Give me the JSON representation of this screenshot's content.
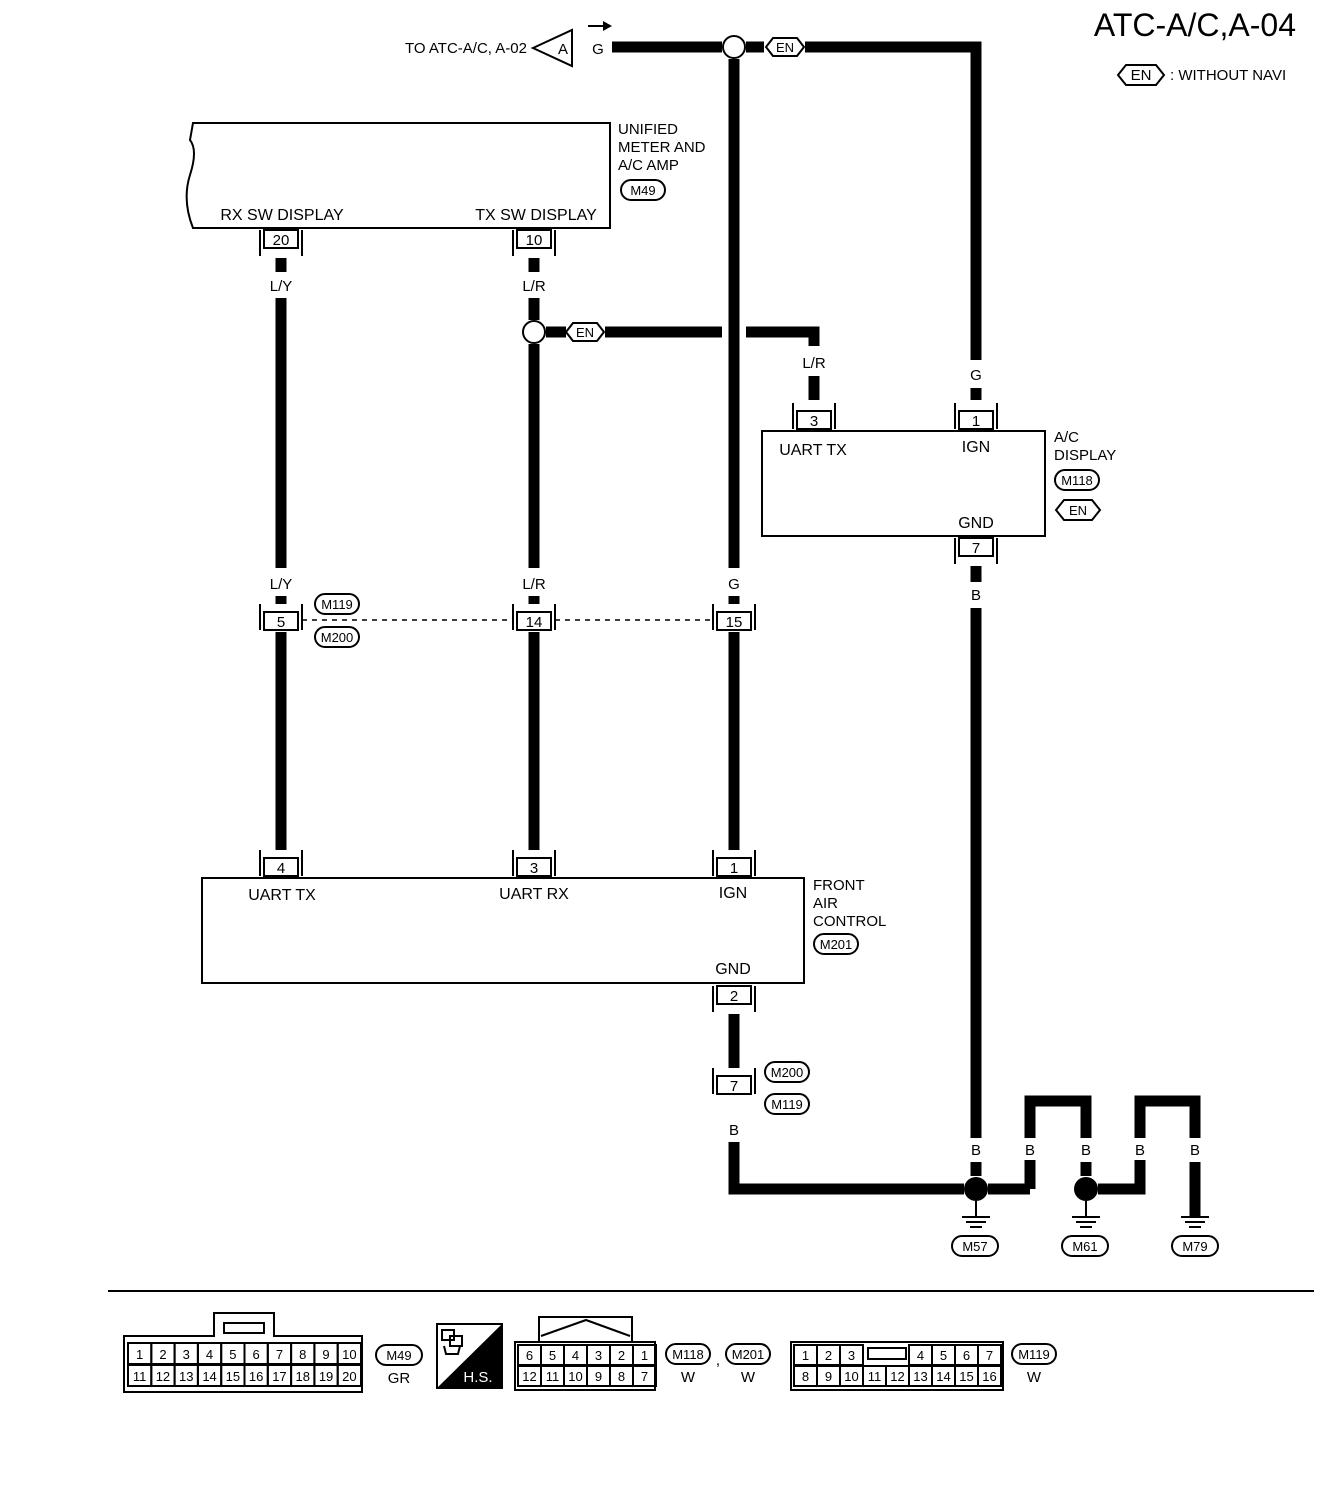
{
  "title": "ATC-A/C,A-04",
  "legend": {
    "badge": "EN",
    "text": ": WITHOUT NAVI"
  },
  "offpage": {
    "text": "TO ATC-A/C, A-02",
    "letter": "A",
    "wire": "G",
    "branch_badge": "EN"
  },
  "components": {
    "meter": {
      "name_lines": [
        "UNIFIED",
        "METER AND",
        "A/C AMP"
      ],
      "connector": "M49",
      "pins": [
        {
          "label": "RX SW DISPLAY",
          "pin": "20",
          "wire": "L/Y"
        },
        {
          "label": "TX SW DISPLAY",
          "pin": "10",
          "wire": "L/R"
        }
      ]
    },
    "ac_display": {
      "name_lines": [
        "A/C",
        "DISPLAY"
      ],
      "connector": "M118",
      "badge": "EN",
      "pins": [
        {
          "label": "UART TX",
          "pin": "3",
          "wire": "L/R"
        },
        {
          "label": "IGN",
          "pin": "1",
          "wire": "G"
        },
        {
          "label": "GND",
          "pin": "7",
          "wire": "B"
        }
      ]
    },
    "front_air_control": {
      "name_lines": [
        "FRONT",
        "AIR",
        "CONTROL"
      ],
      "connector": "M201",
      "pins": [
        {
          "label": "UART TX",
          "pin": "4"
        },
        {
          "label": "UART RX",
          "pin": "3"
        },
        {
          "label": "IGN",
          "pin": "1"
        },
        {
          "label": "GND",
          "pin": "2"
        }
      ]
    }
  },
  "tx_branch_badge": "EN",
  "inline_connector": {
    "names": [
      "M119",
      "M200"
    ],
    "pins": [
      {
        "pin": "5",
        "wire": "L/Y"
      },
      {
        "pin": "14",
        "wire": "L/R"
      },
      {
        "pin": "15",
        "wire": "G"
      }
    ]
  },
  "ground_inline": {
    "pin": "7",
    "names": [
      "M200",
      "M119"
    ],
    "wire": "B"
  },
  "grounds": {
    "wire": "B",
    "points": [
      "M57",
      "M61",
      "M79"
    ]
  },
  "connector_faces": {
    "m49": {
      "row1": [
        "1",
        "2",
        "3",
        "4",
        "5",
        "6",
        "7",
        "8",
        "9",
        "10"
      ],
      "row2": [
        "11",
        "12",
        "13",
        "14",
        "15",
        "16",
        "17",
        "18",
        "19",
        "20"
      ],
      "name": "M49",
      "color": "GR"
    },
    "hs_label": "H.S.",
    "m118": {
      "row1": [
        "6",
        "5",
        "4",
        "3",
        "2",
        "1"
      ],
      "row2": [
        "12",
        "11",
        "10",
        "9",
        "8",
        "7"
      ],
      "names": [
        "M118",
        "M201"
      ],
      "colors": [
        "W",
        "W"
      ],
      "separator": ","
    },
    "m119": {
      "row1a": [
        "1",
        "2",
        "3"
      ],
      "row1b": [
        "4",
        "5",
        "6",
        "7"
      ],
      "row2": [
        "8",
        "9",
        "10",
        "11",
        "12",
        "13",
        "14",
        "15",
        "16"
      ],
      "name": "M119",
      "color": "W"
    }
  }
}
